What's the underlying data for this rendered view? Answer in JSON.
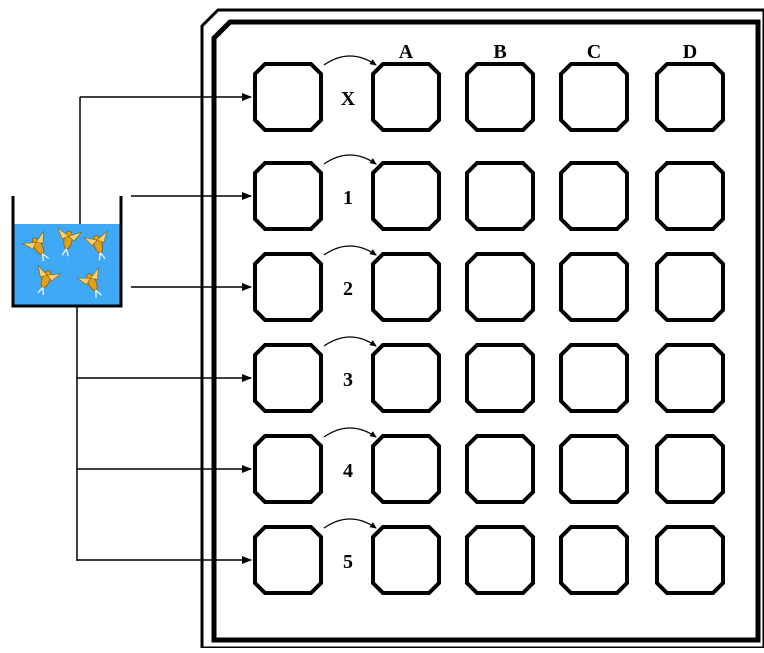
{
  "plate": {
    "column_labels": [
      "A",
      "B",
      "C",
      "D"
    ],
    "row_labels": [
      "X",
      "1",
      "2",
      "3",
      "4",
      "5"
    ]
  },
  "container": {
    "contents": "swimming larvae in water",
    "organism_count": 5,
    "water_color": "#3fa9f5"
  },
  "colors": {
    "line": "#000000",
    "well_fill": "#ffffff",
    "organism": "#e0a020"
  }
}
